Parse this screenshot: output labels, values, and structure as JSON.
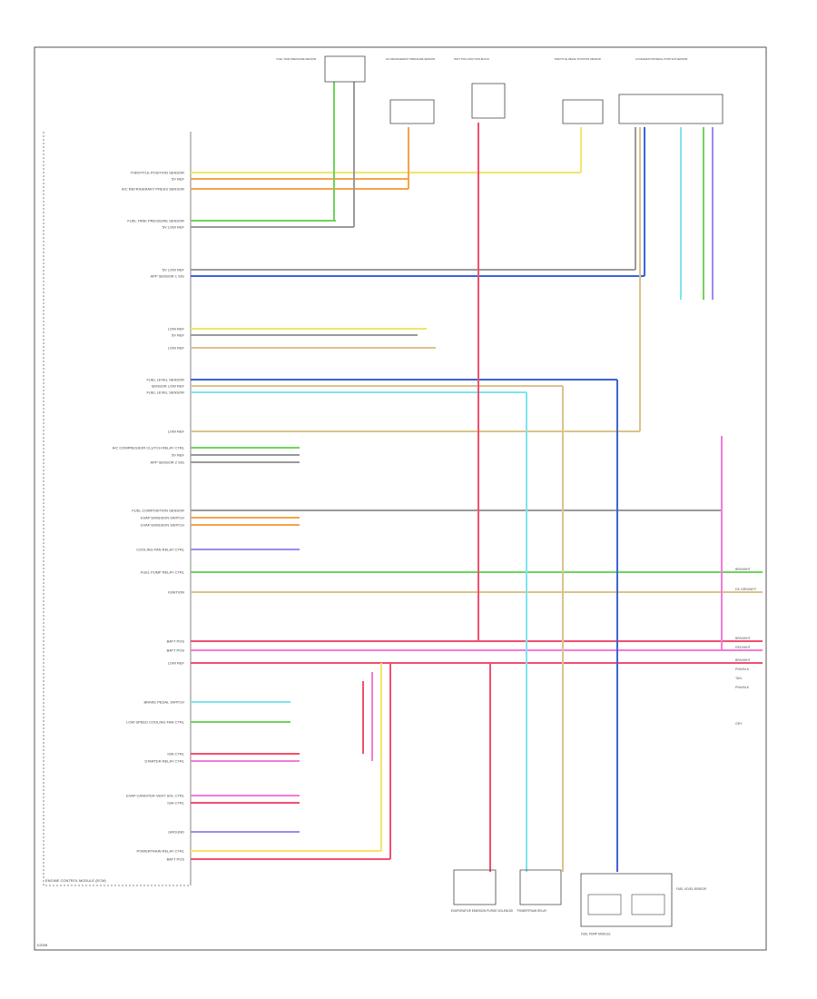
{
  "title": "ENGINE CONTROL MODULE (ECM)",
  "footer_code": "1/2008",
  "top_components": [
    {
      "id": "fuel-tank-pressure-sensor",
      "label": "FUEL TANK PRESSURE SENSOR"
    },
    {
      "id": "ac-refrigerant-pressure-sensor",
      "label": "A/C REFRIGERANT PRESSURE SENSOR"
    },
    {
      "id": "battery-block",
      "label": "BATT POS JUNCTION BLOCK"
    },
    {
      "id": "throttle-pedal-sensor",
      "label": "THROTTLE PEDAL POSITION SENSOR"
    },
    {
      "id": "accelerator-pedal-sensor",
      "label": "ACCELERATOR PEDAL POSITION SENSOR"
    }
  ],
  "bottom_components": [
    {
      "id": "evap-purge-valve",
      "label": "EVAPORATIVE EMISSION PURGE SOLENOID"
    },
    {
      "id": "powertrain-relay",
      "label": "POWERTRAIN RELAY"
    },
    {
      "id": "fuel-pump-module",
      "label": "FUEL PUMP MODULE"
    },
    {
      "id": "fuel-level-sensor",
      "label": "FUEL LEVEL SENSOR"
    }
  ],
  "ecm_signals": [
    "THROTTLE POSITION SENSOR",
    "5V REF",
    "A/C REFRIGERANT PRESS SENSOR",
    "FUEL TANK PRESSURE SENSOR",
    "5V LOW REF",
    "5V LOW REF",
    "APP SENSOR 1 SIG",
    "LOW REF",
    "5V REF",
    "LOW REF",
    "FUEL LEVEL SENSOR",
    "SENSOR LOW REF",
    "FUEL LEVEL SENSOR",
    "LOW REF",
    "A/C COMPRESSOR CLUTCH RELAY CTRL",
    "5V REF",
    "APP SENSOR 2 SIG",
    "FUEL COMPOSITION SENSOR",
    "EVAP EMISSION SWITCH",
    "EVAP EMISSION SWITCH",
    "COOLING FAN RELAY CTRL",
    "FUEL PUMP RELAY CTRL",
    "IGNITION",
    "BATT POS",
    "BATT POS",
    "LOW REF",
    "BRAKE PEDAL SWITCH",
    "LOW SPEED COOLING FAN CTRL",
    "IGN CTRL",
    "STARTER RELAY CTRL",
    "EVAP CANISTER VENT SOL CTRL",
    "IGN CTRL",
    "GROUND",
    "POWERTRAIN RELAY CTRL",
    "BATT POS"
  ],
  "wire_colors": {
    "orange": "#f7a34a",
    "yellow": "#f2e56a",
    "green": "#6fd35c",
    "blue": "#3d64d6",
    "gray": "#9a9a9a",
    "tan": "#d9c48a",
    "lightblue": "#7fe3f0",
    "red": "#f0506e",
    "pink": "#f37bd8",
    "purple": "#9c8cf0",
    "black": "#444444"
  },
  "right_labels": [
    {
      "text": "BRN/WHT",
      "note": "splice"
    },
    {
      "text": "DK GRN/WHT"
    },
    {
      "text": "BRN/WHT"
    },
    {
      "text": "RED/WHT"
    },
    {
      "text": "BRN/WHT"
    },
    {
      "text": "PNK/BLK"
    },
    {
      "text": "TAN"
    },
    {
      "text": "PNK/BLK"
    },
    {
      "text": "GRY"
    }
  ]
}
